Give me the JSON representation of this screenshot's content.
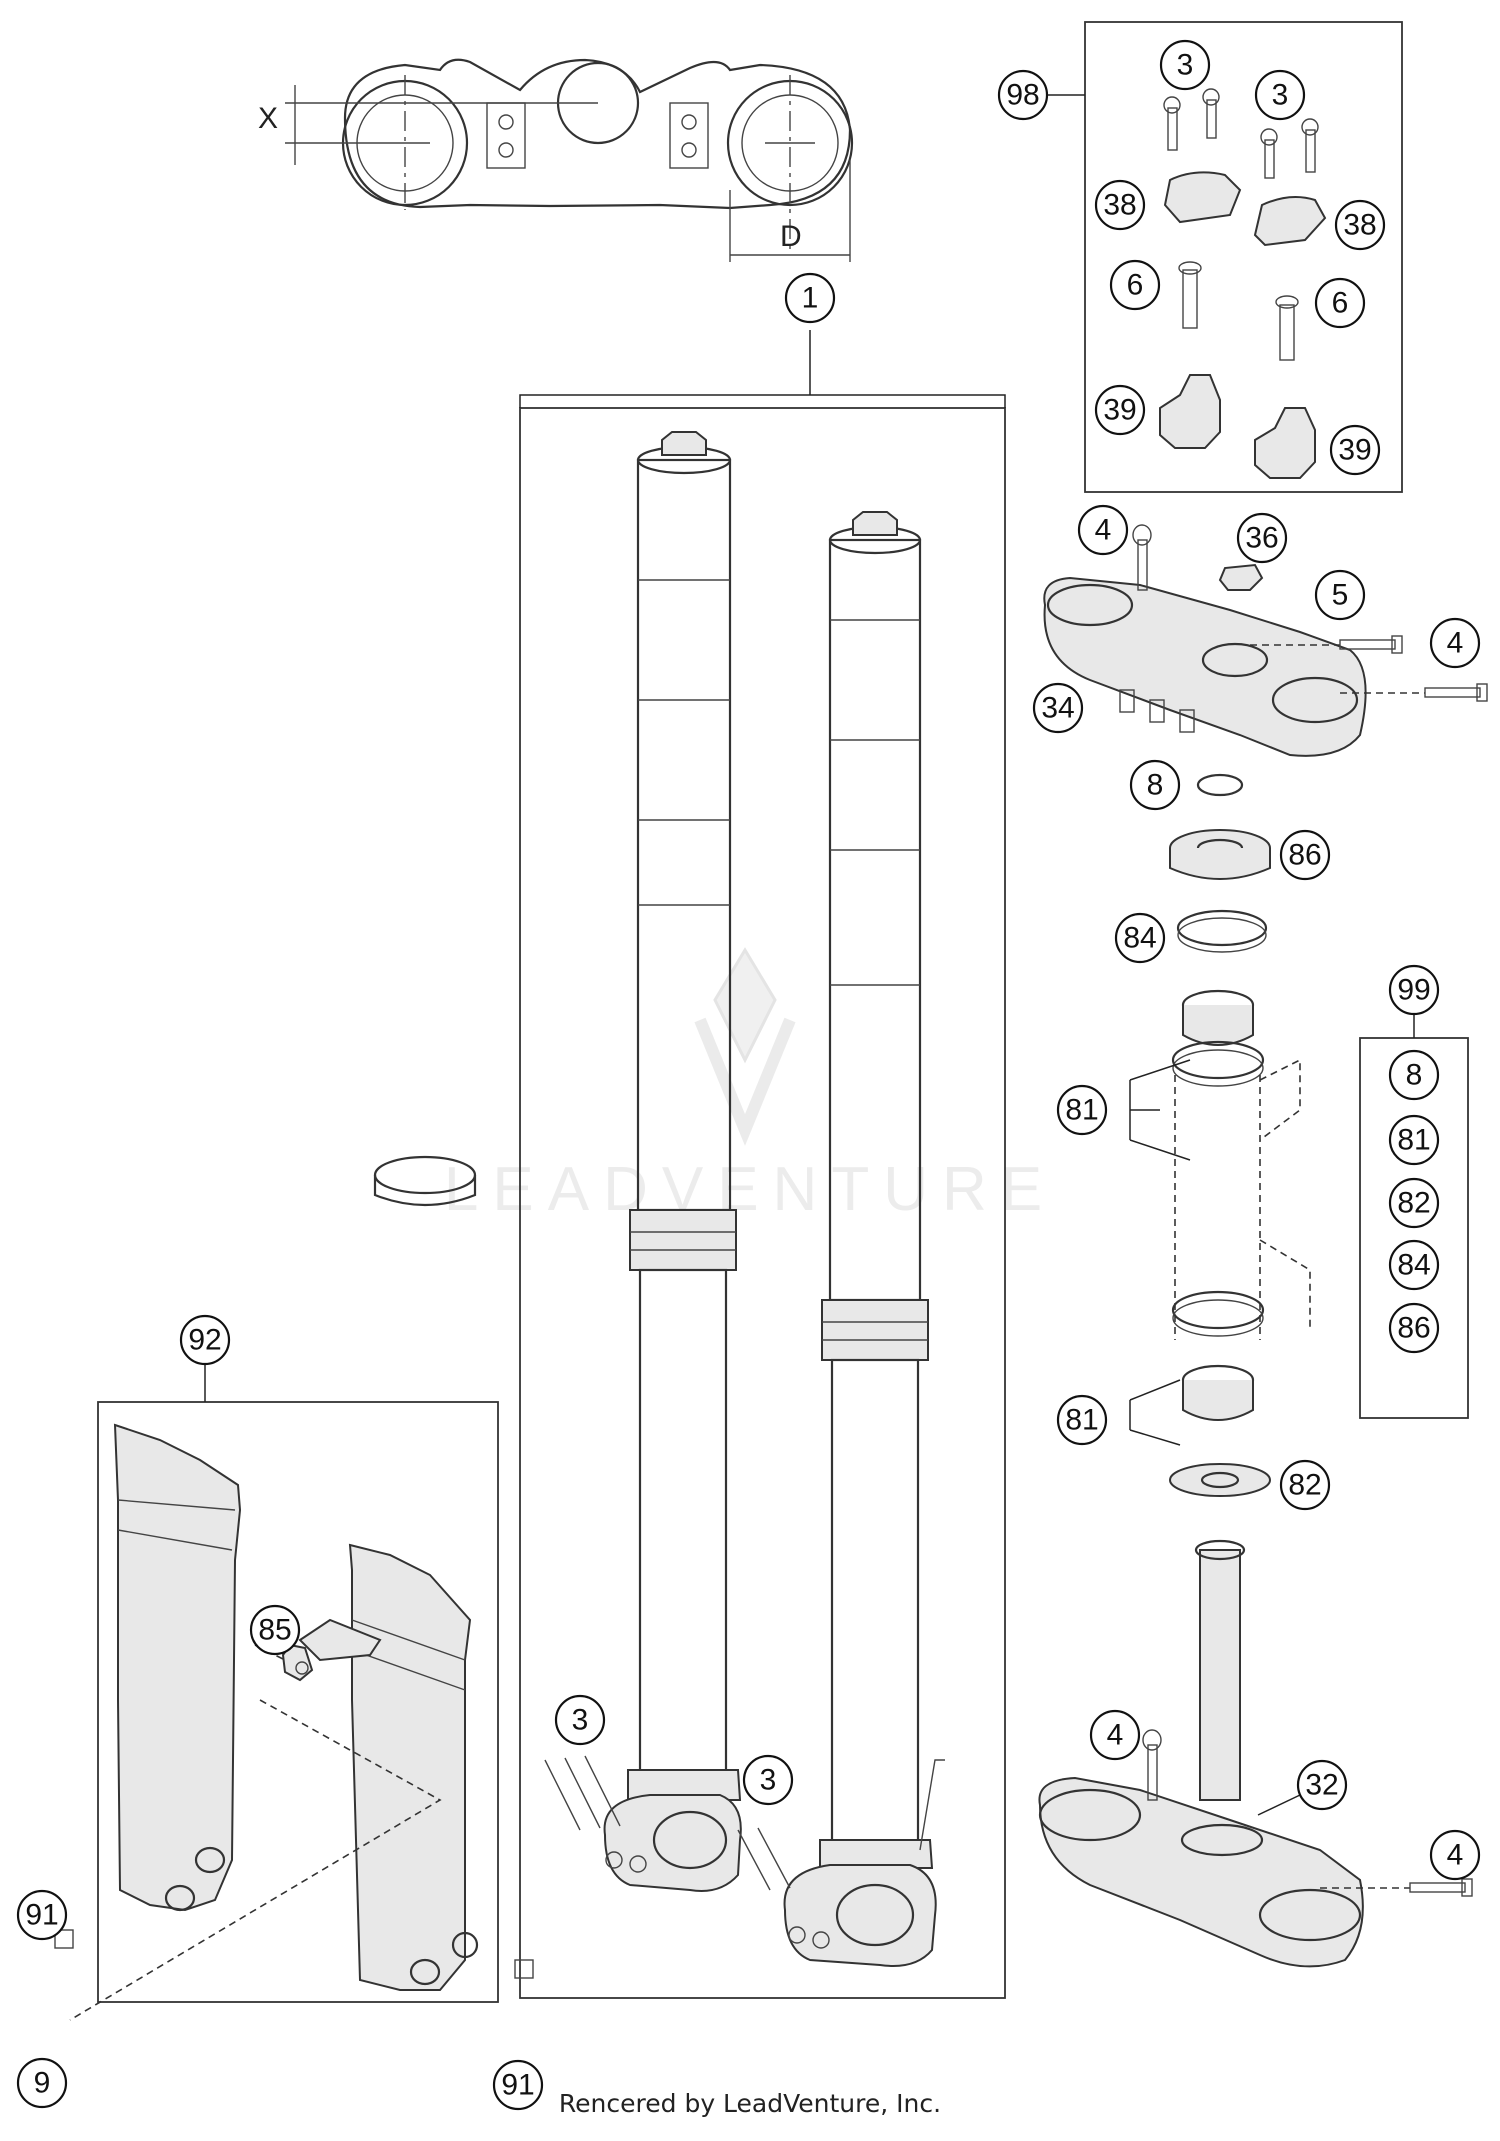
{
  "labels": {
    "dim_x": "X",
    "dim_d": "D",
    "c1": "1",
    "c3a": "3",
    "c3b": "3",
    "c3c": "3",
    "c3d": "3",
    "c4a": "4",
    "c4b": "4",
    "c4c": "4",
    "c4d": "4",
    "c5": "5",
    "c6a": "6",
    "c6b": "6",
    "c8": "8",
    "c9": "9",
    "c32": "32",
    "c34": "34",
    "c36": "36",
    "c38a": "38",
    "c38b": "38",
    "c39a": "39",
    "c39b": "39",
    "c81a": "81",
    "c81b": "81",
    "c82": "82",
    "c84": "84",
    "c85": "85",
    "c86": "86",
    "c91a": "91",
    "c91b": "91",
    "c92": "92",
    "c98": "98",
    "c99": "99",
    "k8": "8",
    "k81": "81",
    "k82": "82",
    "k84": "84",
    "k86": "86"
  },
  "watermark": "LEADVENTURE",
  "footer": "Rencered by LeadVenture, Inc."
}
